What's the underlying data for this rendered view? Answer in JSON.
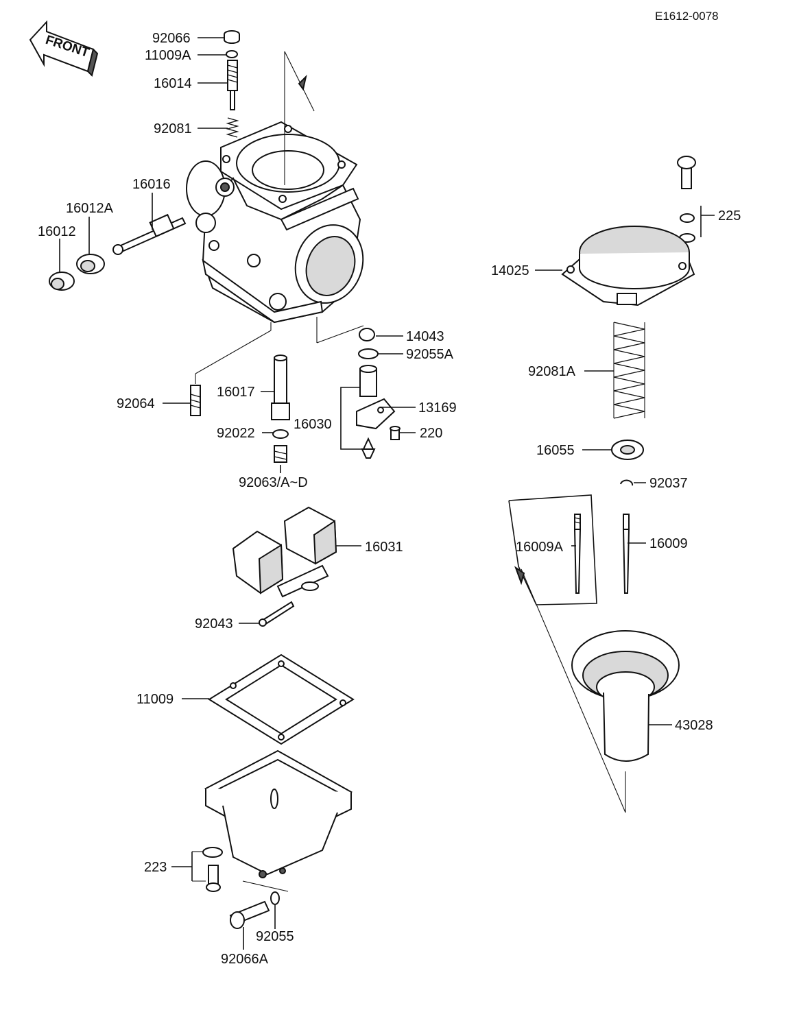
{
  "drawing_number": "E1612-0078",
  "front_label": "FRONT",
  "parts": {
    "p92066": "92066",
    "p11009A": "11009A",
    "p16014": "16014",
    "p92081": "92081",
    "p16016": "16016",
    "p16012A": "16012A",
    "p16012": "16012",
    "p14043": "14043",
    "p92055A": "92055A",
    "p92064": "92064",
    "p16017": "16017",
    "p13169": "13169",
    "p16030": "16030",
    "p92022": "92022",
    "p220": "220",
    "p92063": "92063/A~D",
    "p16031": "16031",
    "p92043": "92043",
    "p11009": "11009",
    "p223": "223",
    "p92055": "92055",
    "p92066A": "92066A",
    "p225": "225",
    "p14025": "14025",
    "p92081A": "92081A",
    "p16055": "16055",
    "p92037": "92037",
    "p16009A": "16009A",
    "p16009": "16009",
    "p43028": "43028"
  }
}
